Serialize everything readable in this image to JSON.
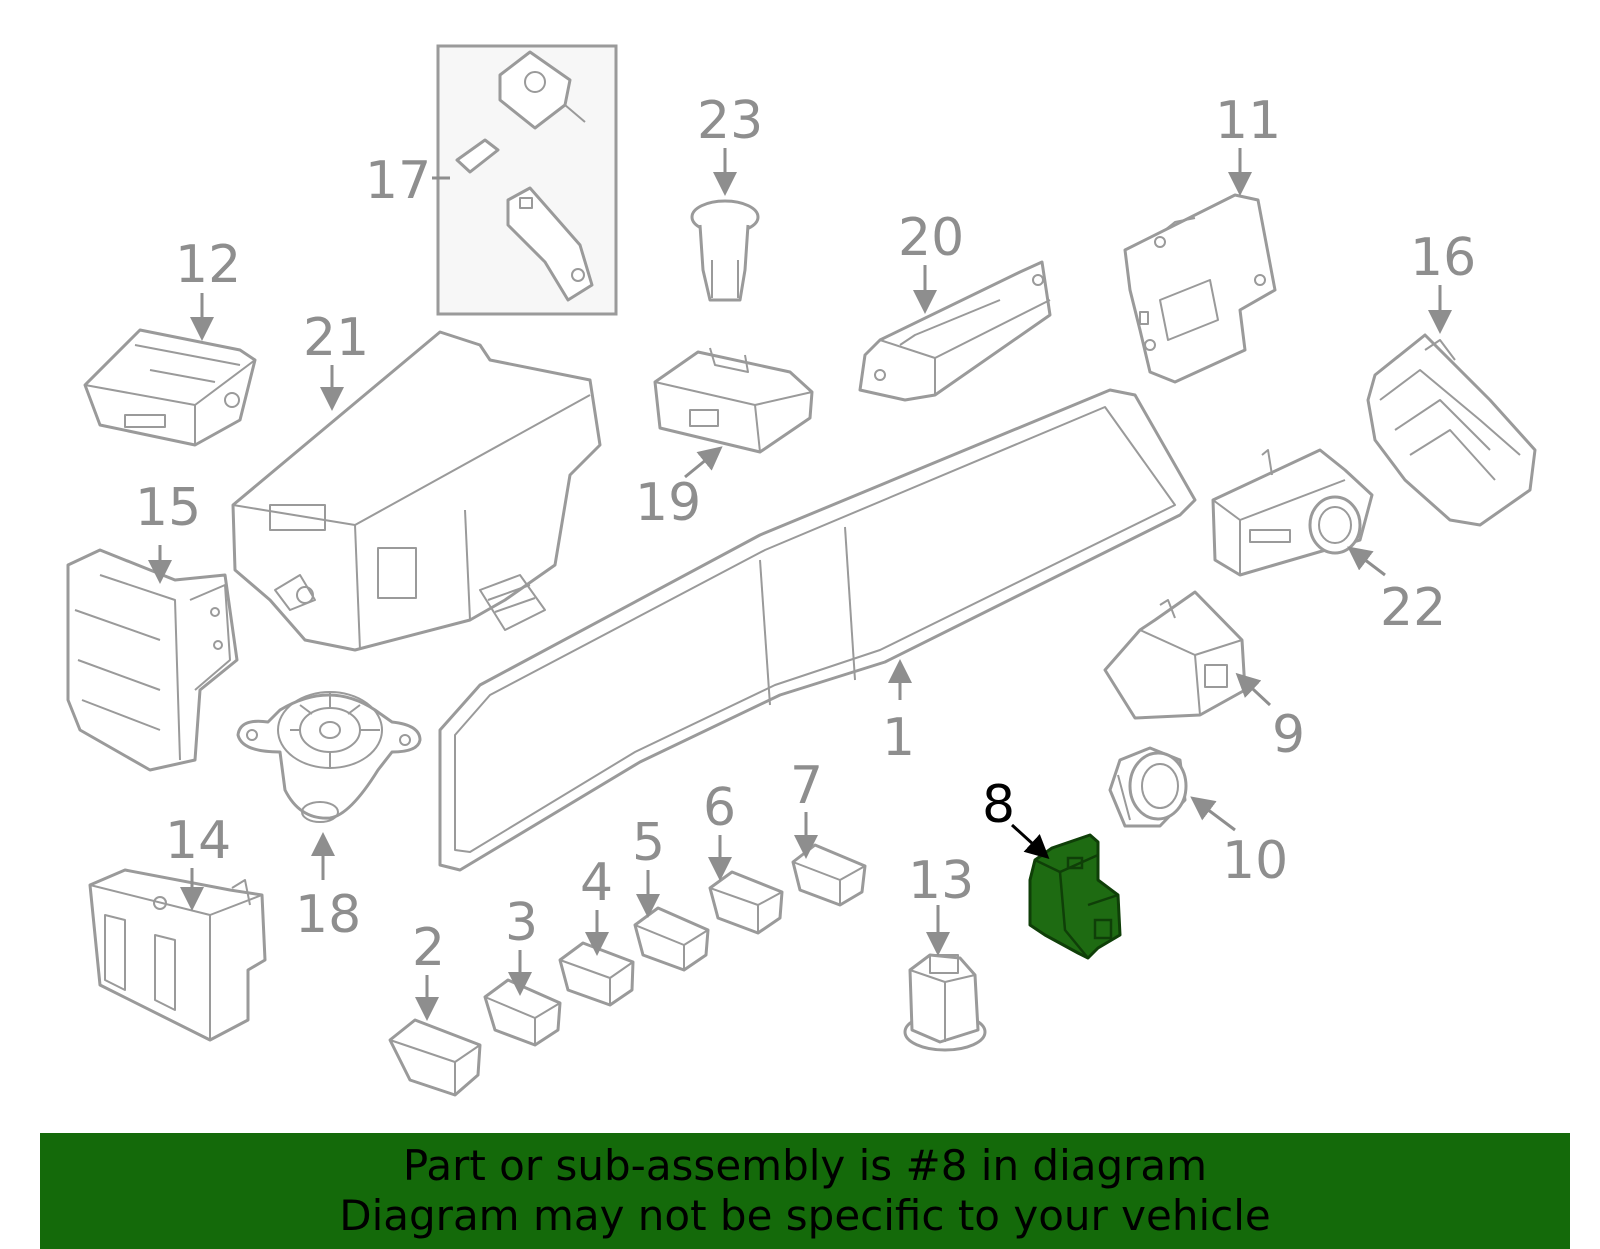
{
  "callouts": {
    "c1": "1",
    "c2": "2",
    "c3": "3",
    "c4": "4",
    "c5": "5",
    "c6": "6",
    "c7": "7",
    "c8": "8",
    "c9": "9",
    "c10": "10",
    "c11": "11",
    "c12": "12",
    "c13": "13",
    "c14": "14",
    "c15": "15",
    "c16": "16",
    "c17": "17",
    "c18": "18",
    "c19": "19",
    "c20": "20",
    "c21": "21",
    "c22": "22",
    "c23": "23"
  },
  "highlighted_part": "8",
  "banner": {
    "line1": "Part or sub-assembly is #8 in diagram",
    "line2": "Diagram may not be specific to your vehicle"
  },
  "colors": {
    "highlight": "#1e6b12",
    "banner": "#146a0a",
    "line_art": "#9a9a9a"
  }
}
